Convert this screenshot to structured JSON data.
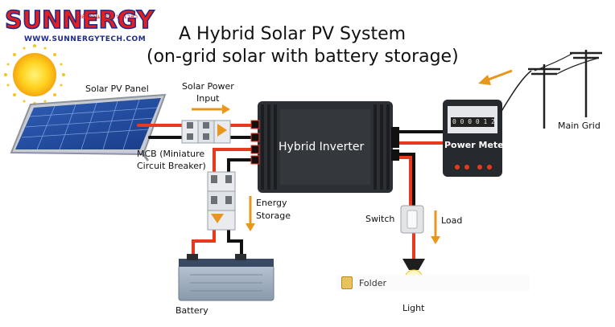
{
  "logo": {
    "brand": "SUNNERGY",
    "tagline": "พลังงาน ทุกที่ ทุกเวลา",
    "url": "WWW.SUNNERGYTECH.COM"
  },
  "title": {
    "line1": "A Hybrid Solar PV System",
    "line2": "(on-grid solar with battery storage)"
  },
  "labels": {
    "solar_panel": "Solar PV Panel",
    "solar_input_line1": "Solar Power",
    "solar_input_line2": "Input",
    "mcb_line1": "MCB (Miniature",
    "mcb_line2": "Circuit Breaker)",
    "inverter": "Hybrid Inverter",
    "power_meter": "Power Meter",
    "main_grid": "Main Grid",
    "energy_line1": "Energy",
    "energy_line2": "Storage",
    "switch": "Switch",
    "load": "Load",
    "battery": "Battery",
    "light": "Light"
  },
  "meter_digits": "0 0 0 0 1 2",
  "folder": {
    "label": "Folder"
  },
  "colors": {
    "arrow": "#e8971c",
    "wire_red": "#e8391f",
    "wire_black": "#111111",
    "inverter_body": "#2c2f33",
    "logo_red": "#e61e1e",
    "logo_blue": "#1d2a8a"
  }
}
